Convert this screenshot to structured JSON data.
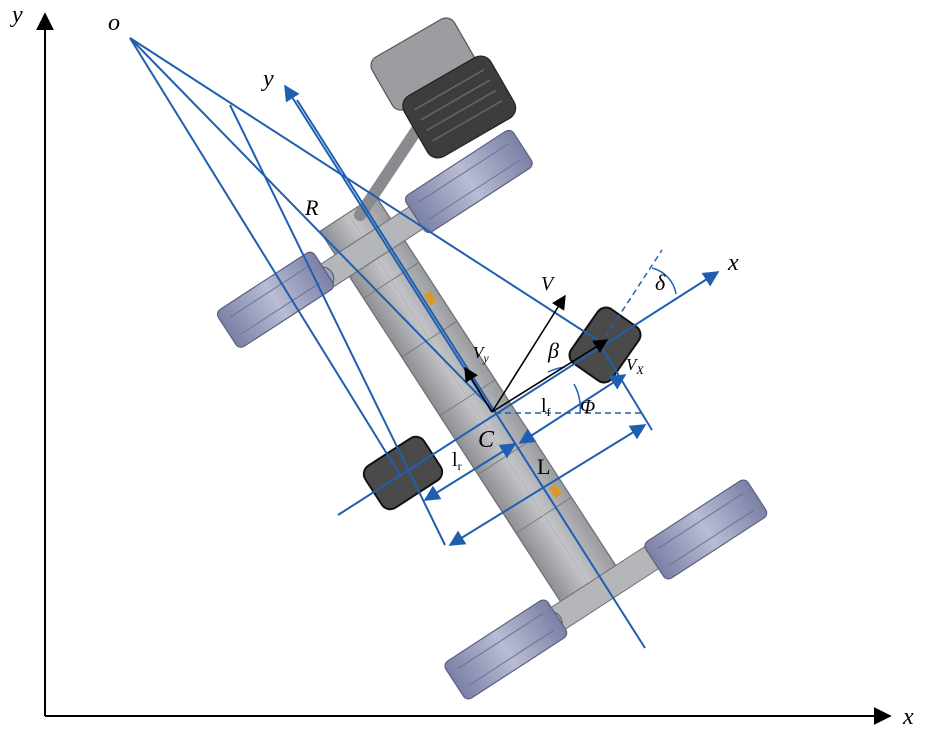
{
  "figure": {
    "labels": {
      "global_y": "y",
      "global_x": "x",
      "origin": "o",
      "local_y": "y",
      "local_x": "x",
      "radius": "R",
      "velocity": "V",
      "vy_main": "V",
      "vy_sub": "y",
      "vx_main": "V",
      "vx_sub": "X",
      "beta": "β",
      "delta": "δ",
      "phi": "Φ",
      "lf_main": "l",
      "lf_sub": "f",
      "lr_main": "l",
      "lr_sub": "r",
      "center": "C",
      "wheelbase": "L"
    },
    "colors": {
      "construction_lines": "#1f5fb0",
      "vehicle_body": "#a9aaae",
      "track_units": "#8d93b5",
      "wheels": "#4a4a4a",
      "seat": "#3d3d3d"
    }
  }
}
